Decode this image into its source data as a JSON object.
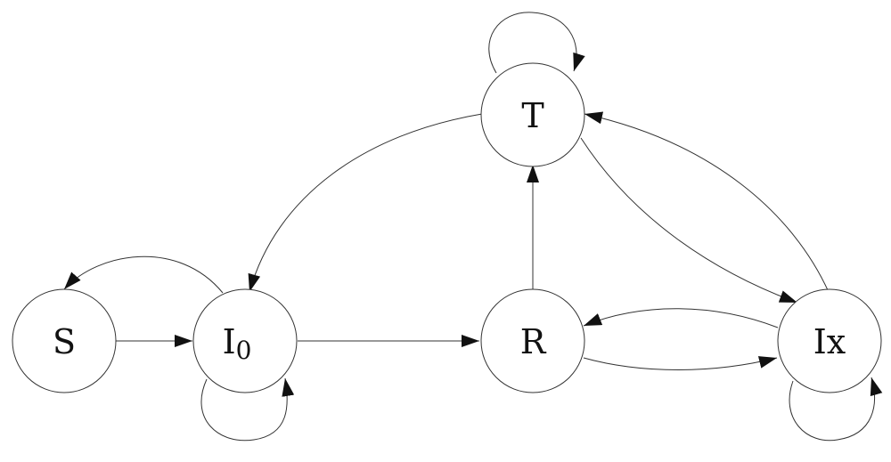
{
  "diagram": {
    "nodes": {
      "S": {
        "label": "S"
      },
      "I0": {
        "label": "I",
        "subscript": "0"
      },
      "R": {
        "label": "R"
      },
      "T": {
        "label": "T"
      },
      "Ix": {
        "label": "Ix"
      }
    },
    "edges": [
      {
        "from": "S",
        "to": "I0"
      },
      {
        "from": "I0",
        "to": "S"
      },
      {
        "from": "I0",
        "to": "I0"
      },
      {
        "from": "I0",
        "to": "R"
      },
      {
        "from": "T",
        "to": "I0"
      },
      {
        "from": "T",
        "to": "T"
      },
      {
        "from": "R",
        "to": "T"
      },
      {
        "from": "T",
        "to": "Ix"
      },
      {
        "from": "Ix",
        "to": "T"
      },
      {
        "from": "R",
        "to": "Ix"
      },
      {
        "from": "Ix",
        "to": "R"
      },
      {
        "from": "Ix",
        "to": "Ix"
      }
    ],
    "colors": {
      "stroke": "#333333",
      "text": "#111111",
      "background": "#ffffff"
    }
  }
}
